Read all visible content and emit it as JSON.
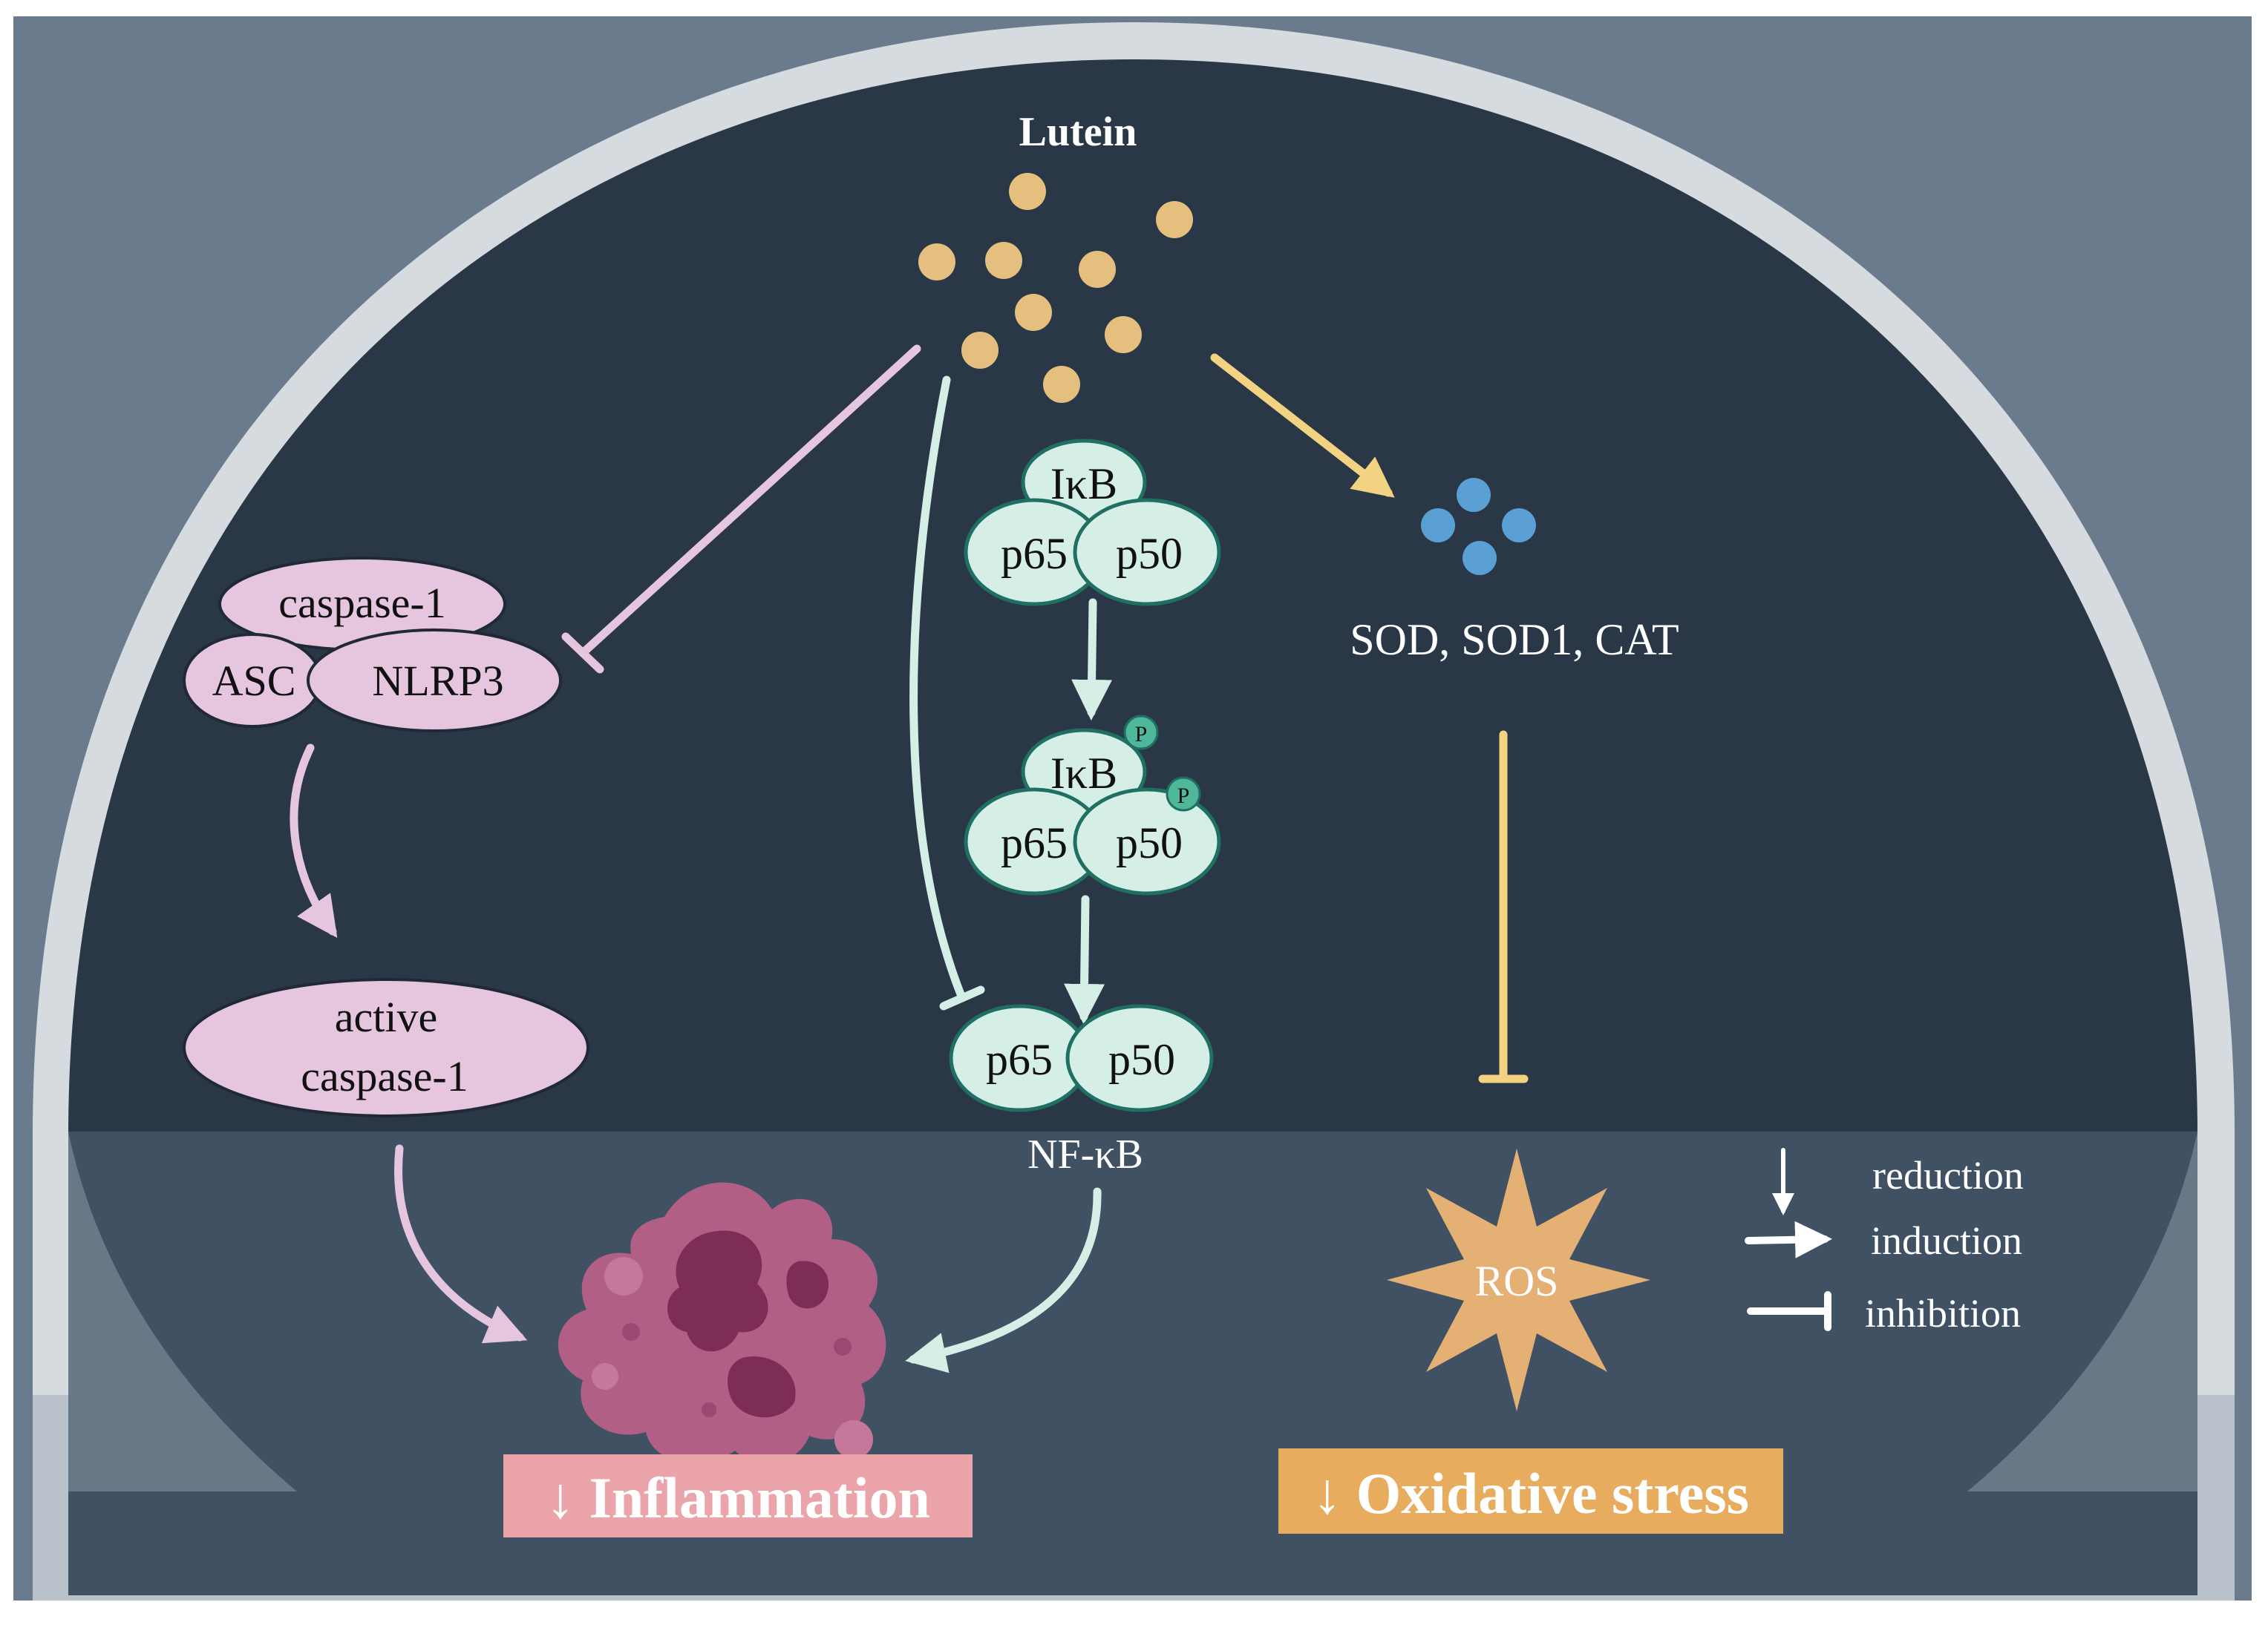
{
  "title": "Lutein",
  "colors": {
    "frame": "#6b7b8e",
    "cell_wall": "#d6dbe0",
    "cytoplasm": "#2a3747",
    "lower_band": "#3f5163",
    "lutein_dot": "#e5bf7e",
    "pink": "#e6c6df",
    "teal": "#d6efe6",
    "teal_stroke": "#1f6f63",
    "yellow": "#f2d382",
    "blue_dot": "#5aa0d5",
    "phospho": "#4fb79a",
    "ros": "#e5b074",
    "inflammation_box": "#eba4a9",
    "oxidative_box": "#e7ac5d",
    "cell_body": "#b25f86"
  },
  "labels": {
    "caspase1": "caspase-1",
    "asc": "ASC",
    "nlrp3": "NLRP3",
    "active_caspase_line1": "active",
    "active_caspase_line2": "caspase-1",
    "ikb": "IκB",
    "p65": "p65",
    "p50": "p50",
    "phospho": "P",
    "nfkb": "NF-κB",
    "enzymes": "SOD, SOD1, CAT",
    "ros": "ROS"
  },
  "legend": {
    "reduction": "reduction",
    "induction": "induction",
    "inhibition": "inhibition"
  },
  "outcomes": {
    "inflammation": "↓ Inflammation",
    "oxidative": "↓ Oxidative stress"
  }
}
